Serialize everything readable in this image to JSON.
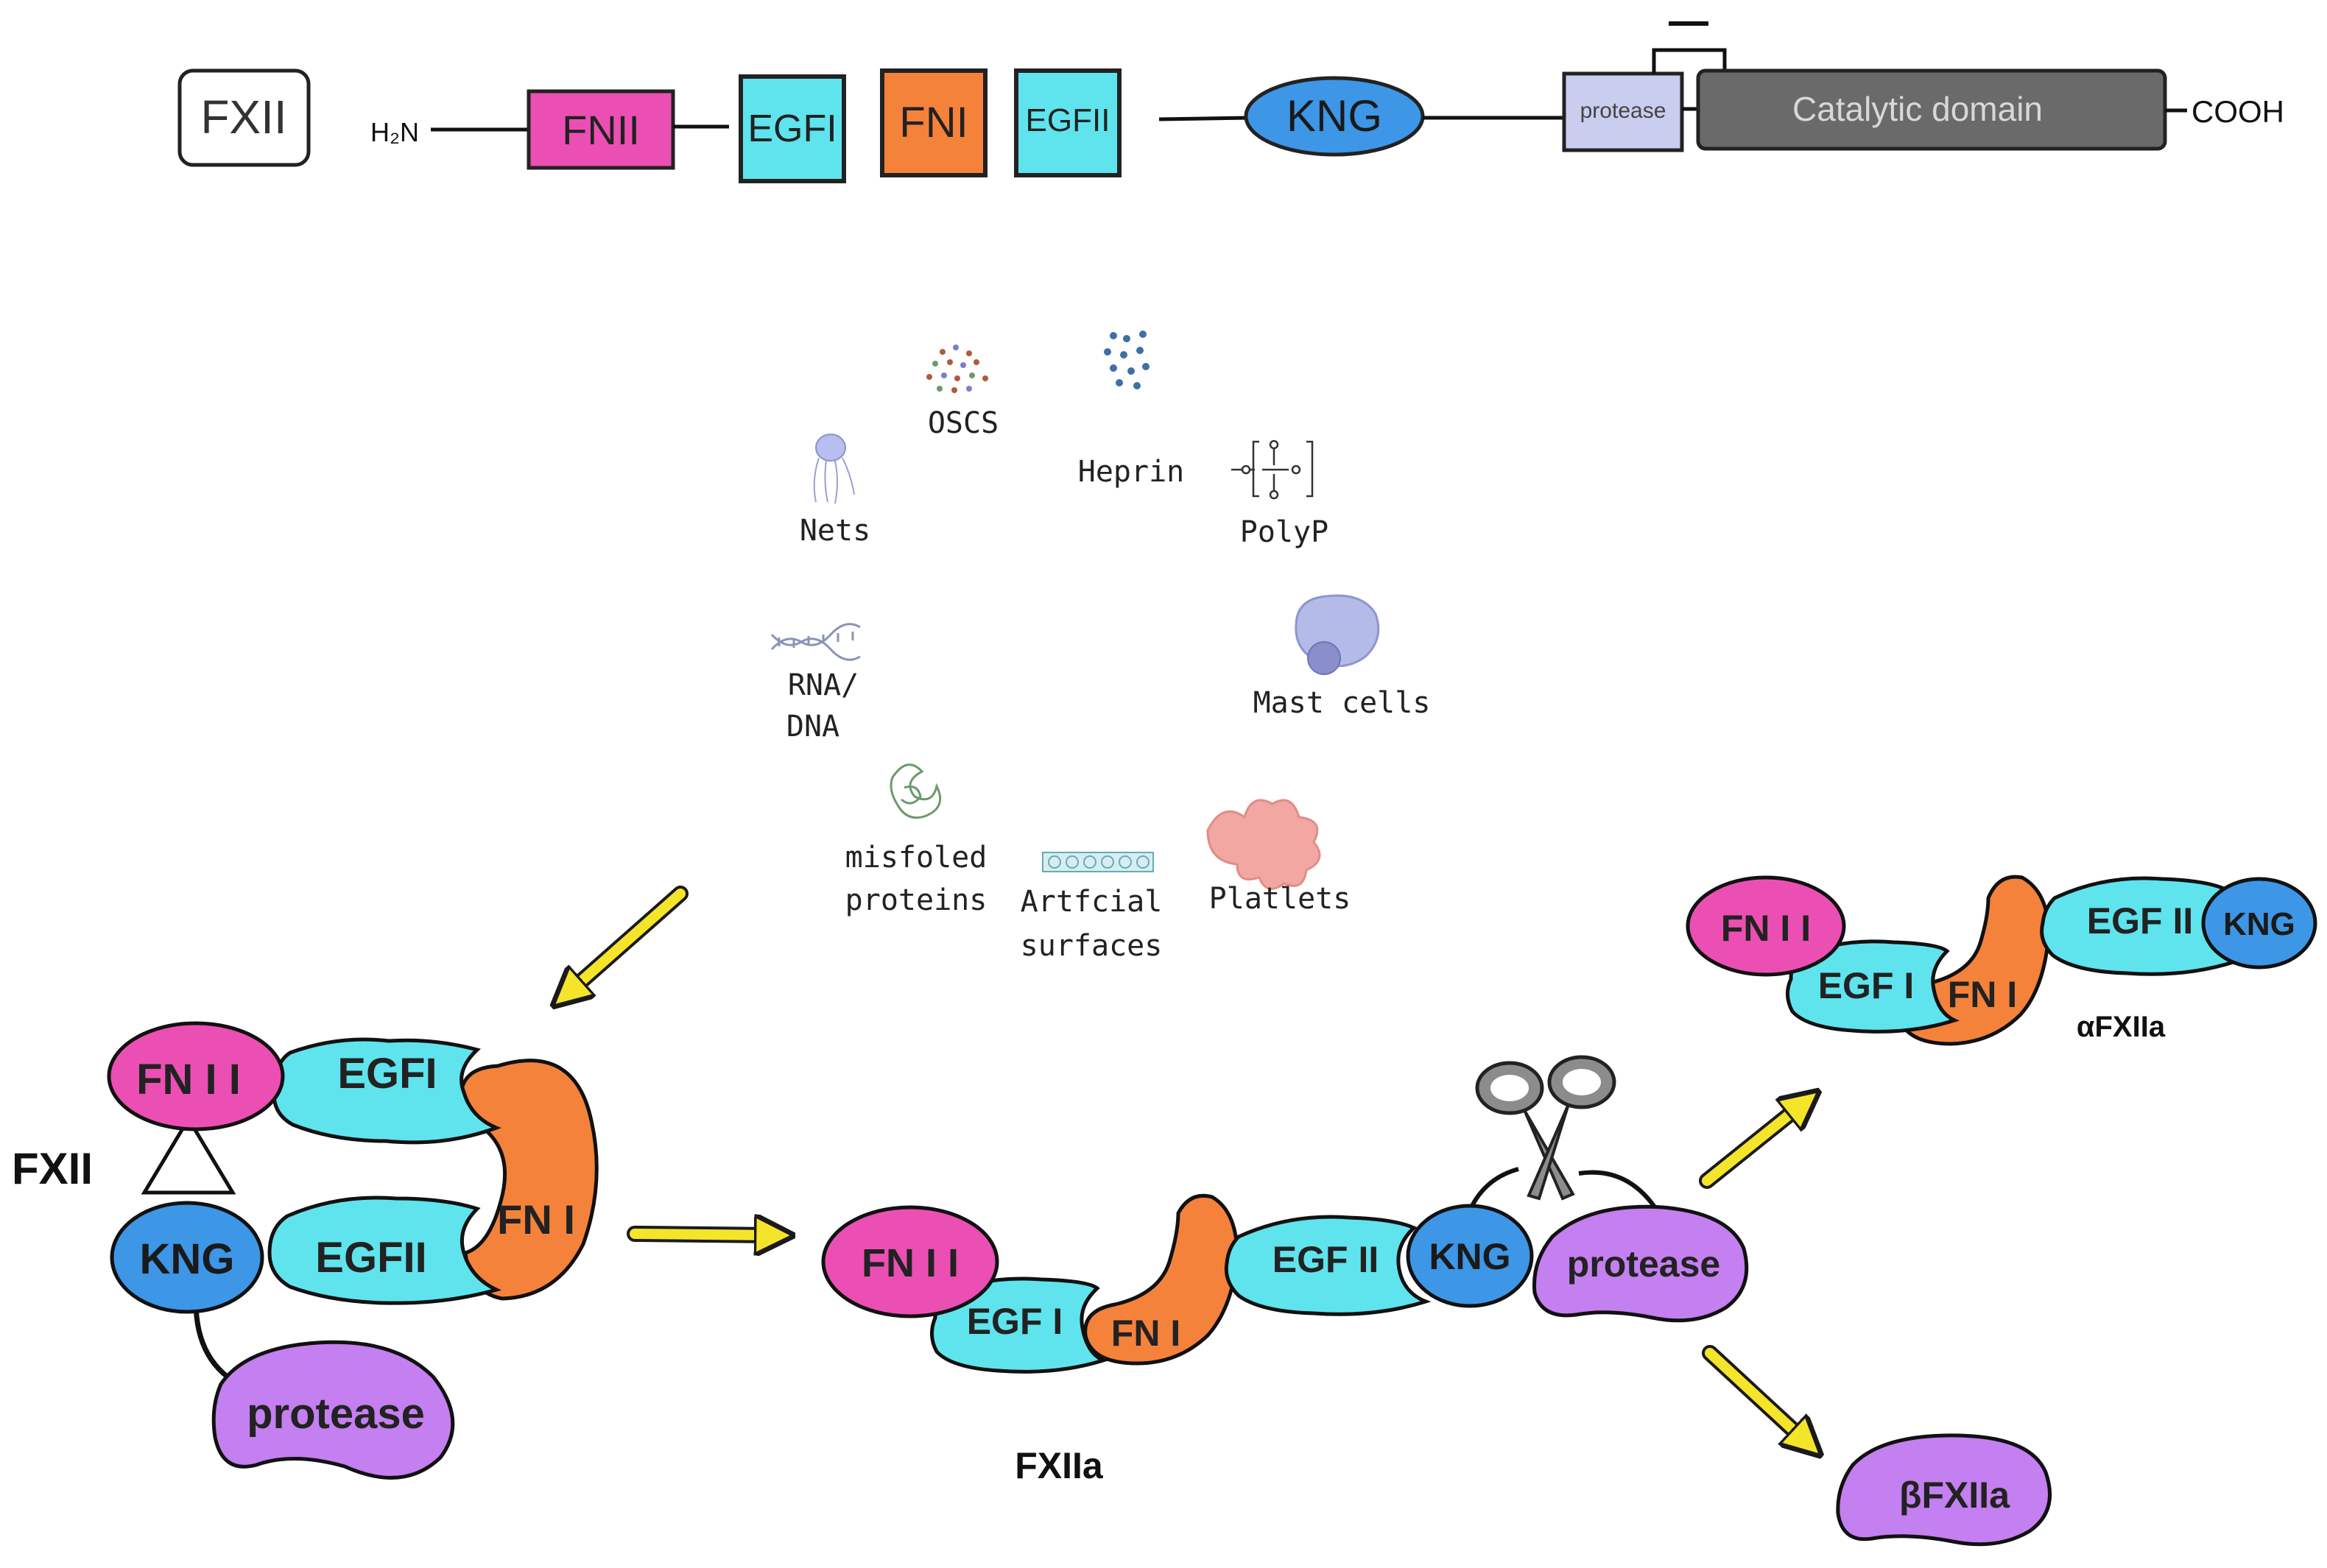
{
  "colors": {
    "fn2": "#ec4fb3",
    "egf": "#5fe4ee",
    "fn1": "#f5823b",
    "kng": "#3d96e6",
    "protease": "#c47ff0",
    "protease_box": "#c9cdee",
    "catalytic": "#6a6a6a",
    "arrow": "#f5e52a"
  },
  "linear": {
    "label": "FXII",
    "n_term": "H₂N",
    "fn2": "FNII",
    "egf1": "EGFI",
    "fn1": "FNI",
    "egf2": "EGFII",
    "kng": "KNG",
    "protease": "protease",
    "catalytic": "Catalytic domain",
    "c_term": "COOH"
  },
  "activators": {
    "oscs": "OSCS",
    "heprin": "Heprin",
    "nets": "Nets",
    "polyp": "PolyP",
    "rna_1": "RNA/",
    "rna_2": "DNA",
    "mast": "Mast cells",
    "misfolded_1": "misfoled",
    "misfolded_2": "proteins",
    "artificial_1": "Artfcial",
    "artificial_2": "surfaces",
    "platelets": "Platlets"
  },
  "fxii": {
    "label": "FXII",
    "fn2": "FN I I",
    "egf1": "EGFI",
    "fn1": "FN I",
    "kng": "KNG",
    "egf2": "EGFII",
    "protease": "protease"
  },
  "fxiia": {
    "label": "FXIIa",
    "fn2": "FN I I",
    "egf1": "EGF I",
    "fn1": "FN I",
    "egf2": "EGF II",
    "kng": "KNG",
    "protease": "protease"
  },
  "alpha": {
    "label": "αFXIIa",
    "fn2": "FN I I",
    "egf1": "EGF I",
    "fn1": "FN I",
    "egf2": "EGF II",
    "kng": "KNG"
  },
  "beta": {
    "label": "βFXIIa"
  }
}
